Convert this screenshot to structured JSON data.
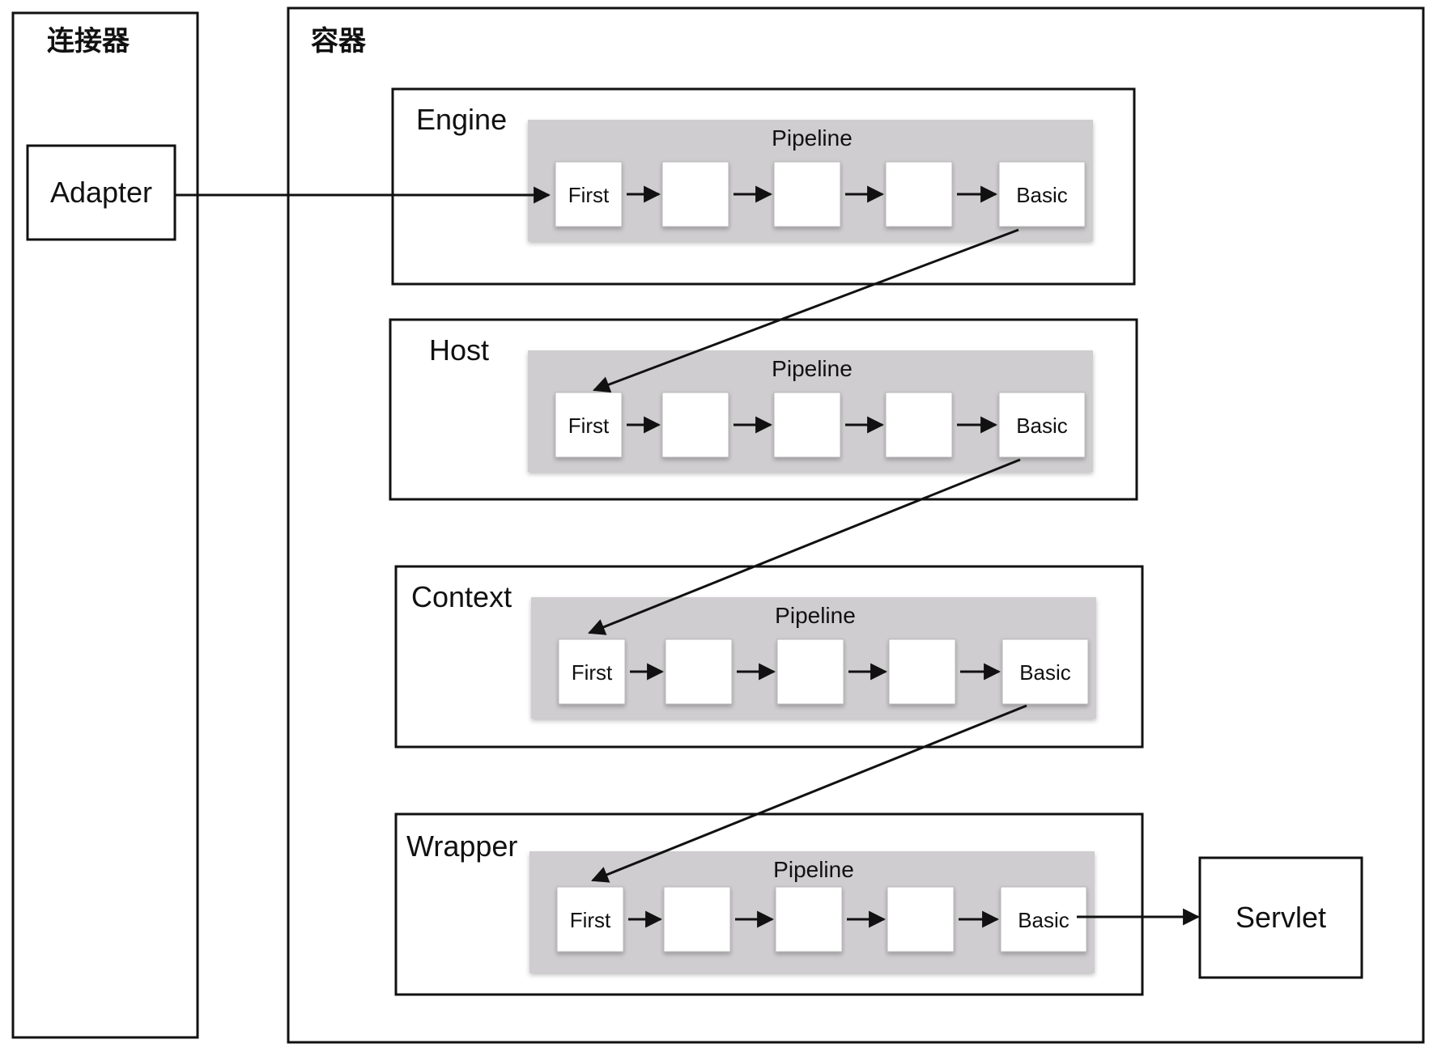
{
  "connector": {
    "title": "连接器",
    "adapter": "Adapter"
  },
  "container": {
    "title": "容器"
  },
  "layers": [
    {
      "name": "Engine",
      "pipeline": "Pipeline",
      "first": "First",
      "basic": "Basic"
    },
    {
      "name": "Host",
      "pipeline": "Pipeline",
      "first": "First",
      "basic": "Basic"
    },
    {
      "name": "Context",
      "pipeline": "Pipeline",
      "first": "First",
      "basic": "Basic"
    },
    {
      "name": "Wrapper",
      "pipeline": "Pipeline",
      "first": "First",
      "basic": "Basic"
    }
  ],
  "servlet": {
    "label": "Servlet"
  },
  "colors": {
    "pipeline_fill": "#cfcdcf",
    "stroke": "#111111",
    "background": "#ffffff"
  }
}
